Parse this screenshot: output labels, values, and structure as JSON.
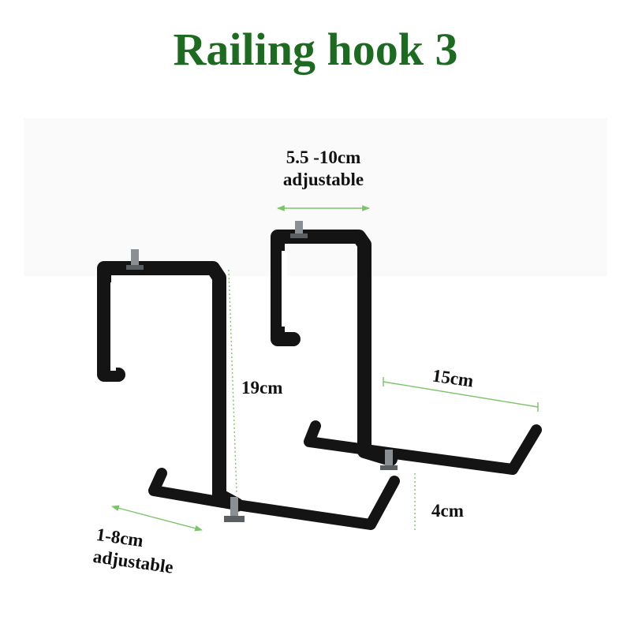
{
  "title": "Railing hook 3",
  "colors": {
    "title": "#1d6b20",
    "bracket": "#141414",
    "measure": "#7cc46a"
  },
  "labels": {
    "top_width": "5.5 -10cm",
    "top_width_note": "adjustable",
    "height": "19cm",
    "depth": "15cm",
    "lip": "4cm",
    "bottom_width": "1-8cm",
    "bottom_width_note": "adjustable"
  }
}
